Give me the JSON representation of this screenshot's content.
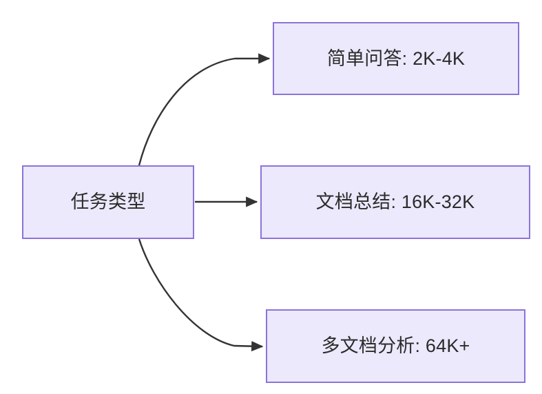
{
  "diagram": {
    "type": "flowchart",
    "direction": "left-to-right",
    "background_color": "#ffffff",
    "node_fill_color": "#ebe9fb",
    "node_border_color": "#8c73d9",
    "node_text_color": "#2b2b2b",
    "edge_color": "#333333",
    "nodes": [
      {
        "id": "task-type",
        "label": "任务类型"
      },
      {
        "id": "simple-qa",
        "label": "简单问答: 2K-4K"
      },
      {
        "id": "doc-summary",
        "label": "文档总结: 16K-32K"
      },
      {
        "id": "multi-doc",
        "label": "多文档分析: 64K+"
      }
    ],
    "edges": [
      {
        "id": "edge-task-to-simple-qa",
        "from": "task-type",
        "to": "simple-qa",
        "style": "curved",
        "arrow": "triangle"
      },
      {
        "id": "edge-task-to-doc-summary",
        "from": "task-type",
        "to": "doc-summary",
        "style": "straight",
        "arrow": "triangle"
      },
      {
        "id": "edge-task-to-multi-doc",
        "from": "task-type",
        "to": "multi-doc",
        "style": "curved",
        "arrow": "triangle"
      }
    ]
  }
}
